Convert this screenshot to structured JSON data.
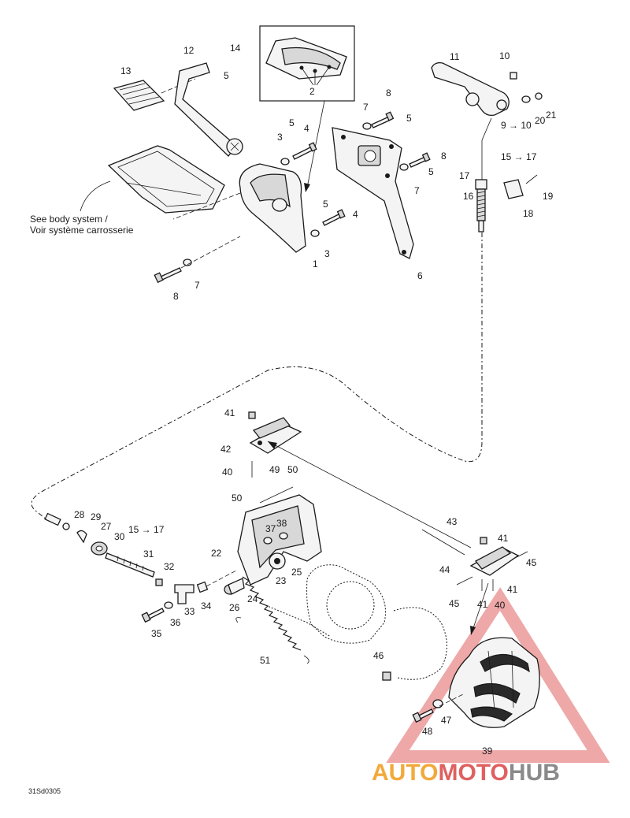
{
  "diagram_code": "31Sd0305",
  "note_line1": "See body system /",
  "note_line2": "Voir système carrosserie",
  "watermark": {
    "part1": "AUTO",
    "part2": "MOTO",
    "part3": "HUB",
    "color_orange": "#f2a93b",
    "color_red": "#e06060",
    "color_grey": "#8a8a8a"
  },
  "callouts": [
    {
      "id": "c1",
      "text": "1"
    },
    {
      "id": "c2",
      "text": "2"
    },
    {
      "id": "c3a",
      "text": "3"
    },
    {
      "id": "c3b",
      "text": "3"
    },
    {
      "id": "c4a",
      "text": "4"
    },
    {
      "id": "c4b",
      "text": "4"
    },
    {
      "id": "c5a",
      "text": "5"
    },
    {
      "id": "c5b",
      "text": "5"
    },
    {
      "id": "c5c",
      "text": "5"
    },
    {
      "id": "c5d",
      "text": "5"
    },
    {
      "id": "c5e",
      "text": "5"
    },
    {
      "id": "c6",
      "text": "6"
    },
    {
      "id": "c7a",
      "text": "7"
    },
    {
      "id": "c7b",
      "text": "7"
    },
    {
      "id": "c7c",
      "text": "7"
    },
    {
      "id": "c8a",
      "text": "8"
    },
    {
      "id": "c8b",
      "text": "8"
    },
    {
      "id": "c8c",
      "text": "8"
    },
    {
      "id": "c9",
      "text": "9 → 10"
    },
    {
      "id": "c10",
      "text": "10"
    },
    {
      "id": "c11",
      "text": "11"
    },
    {
      "id": "c12",
      "text": "12"
    },
    {
      "id": "c13",
      "text": "13"
    },
    {
      "id": "c14",
      "text": "14"
    },
    {
      "id": "c15a",
      "text": "15 → 17"
    },
    {
      "id": "c15b",
      "text": "15 → 17"
    },
    {
      "id": "c16",
      "text": "16"
    },
    {
      "id": "c17",
      "text": "17"
    },
    {
      "id": "c18",
      "text": "18"
    },
    {
      "id": "c19",
      "text": "19"
    },
    {
      "id": "c20",
      "text": "20"
    },
    {
      "id": "c21",
      "text": "21"
    },
    {
      "id": "c22",
      "text": "22"
    },
    {
      "id": "c23",
      "text": "23"
    },
    {
      "id": "c24",
      "text": "24"
    },
    {
      "id": "c25",
      "text": "25"
    },
    {
      "id": "c26",
      "text": "26"
    },
    {
      "id": "c27",
      "text": "27"
    },
    {
      "id": "c28",
      "text": "28"
    },
    {
      "id": "c29",
      "text": "29"
    },
    {
      "id": "c30",
      "text": "30"
    },
    {
      "id": "c31",
      "text": "31"
    },
    {
      "id": "c32",
      "text": "32"
    },
    {
      "id": "c33",
      "text": "33"
    },
    {
      "id": "c34",
      "text": "34"
    },
    {
      "id": "c35",
      "text": "35"
    },
    {
      "id": "c36",
      "text": "36"
    },
    {
      "id": "c37",
      "text": "37"
    },
    {
      "id": "c38",
      "text": "38"
    },
    {
      "id": "c39",
      "text": "39"
    },
    {
      "id": "c40a",
      "text": "40"
    },
    {
      "id": "c40b",
      "text": "40"
    },
    {
      "id": "c41a",
      "text": "41"
    },
    {
      "id": "c41b",
      "text": "41"
    },
    {
      "id": "c41c",
      "text": "41"
    },
    {
      "id": "c41d",
      "text": "41"
    },
    {
      "id": "c42",
      "text": "42"
    },
    {
      "id": "c43",
      "text": "43"
    },
    {
      "id": "c44",
      "text": "44"
    },
    {
      "id": "c45a",
      "text": "45"
    },
    {
      "id": "c45b",
      "text": "45"
    },
    {
      "id": "c46",
      "text": "46"
    },
    {
      "id": "c47",
      "text": "47"
    },
    {
      "id": "c48",
      "text": "48"
    },
    {
      "id": "c49",
      "text": "49"
    },
    {
      "id": "c50a",
      "text": "50"
    },
    {
      "id": "c50b",
      "text": "50"
    },
    {
      "id": "c51",
      "text": "51"
    }
  ]
}
